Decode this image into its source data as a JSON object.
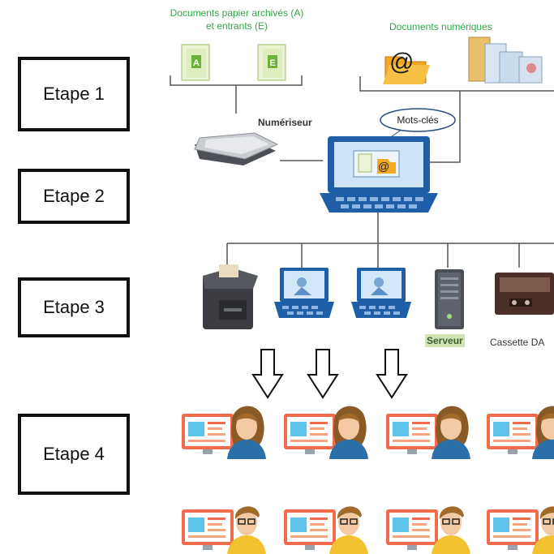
{
  "stages": {
    "step1": "Etape 1",
    "step2": "Etape 2",
    "step3": "Etape 3",
    "step4": "Etape 4"
  },
  "sources": {
    "paper_line1": "Documents papier archivés (A)",
    "paper_line2": "et entrants (E)",
    "paper_doc_a": "A",
    "paper_doc_e": "E",
    "digital": "Documents numériques",
    "email_glyph": "@"
  },
  "devices": {
    "scanner": "Numériseur",
    "keywords": "Mots-clés",
    "server": "Serveur",
    "cassette": "Cassette DA"
  },
  "icons": [
    "scanner-icon",
    "laptop-icon",
    "printer-icon",
    "server-icon",
    "cassette-icon",
    "user-workstation-icon",
    "down-arrow-icon"
  ],
  "colors": {
    "green_text": "#2ea84a",
    "laptop_blue": "#1f5fa8",
    "screen_blue": "#cfe3f7",
    "folder_orange": "#f0a020",
    "user_hair": "#a26a2a",
    "user_shirt": "#2a6fa8"
  }
}
